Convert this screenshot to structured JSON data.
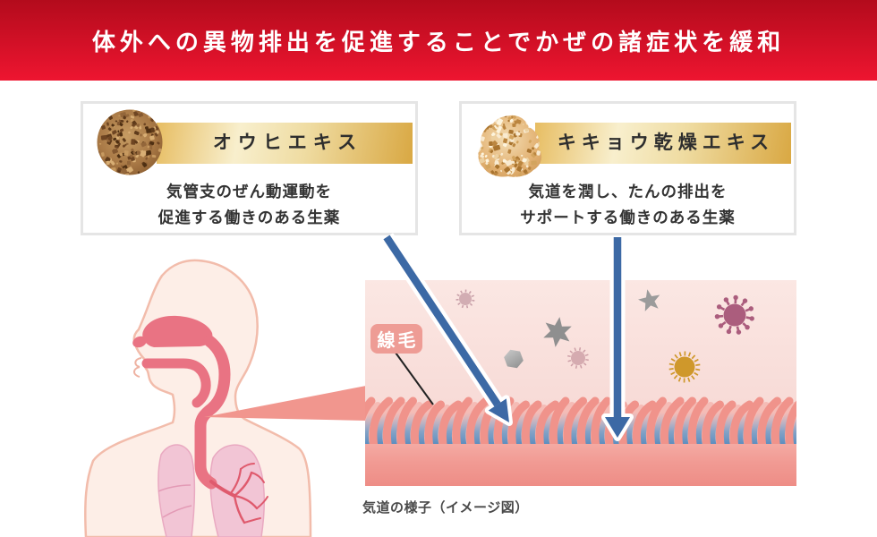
{
  "banner": {
    "title": "体外への異物排出を促進することでかぜの諸症状を緩和"
  },
  "cards": {
    "left": {
      "title": "オウヒエキス",
      "line1": "気管支のぜん動運動を",
      "line2": "促進する働きのある生薬",
      "herb_icon": "brown-bark-granules"
    },
    "right": {
      "title": "キキョウ乾燥エキス",
      "line1": "気道を潤し、たんの排出を",
      "line2": "サポートする働きのある生薬",
      "herb_icon": "tan-dried-extract-granules"
    }
  },
  "airway": {
    "cilia_label": "線毛",
    "caption": "気道の様子（イメージ図）",
    "germ_icons": [
      "virus-icon",
      "star-germ-icon",
      "hexagon-germ-icon",
      "virus-icon",
      "star-germ-icon",
      "coronavirus-icon",
      "bacteria-icon"
    ]
  },
  "colors": {
    "banner_top": "#b30b1c",
    "banner_bottom": "#ee1530",
    "gold_dark": "#d9a843",
    "gold_light": "#f8efcd",
    "arrow_blue": "#3c69a5",
    "label_bg": "#ee9c95",
    "cilia": "#f0938b",
    "cilia_light": "#f5bcb6",
    "mucus_blue": "#5288bc",
    "membrane_top": "#f4aaa3",
    "membrane_bottom": "#ee8d86",
    "skin": "#fdeee7",
    "skin_line": "#f2bcab",
    "organ_rose": "#e97383",
    "lung_pink": "#f2c5d5",
    "herb_left_base": "#a87845",
    "herb_right_base": "#e9c28b"
  }
}
